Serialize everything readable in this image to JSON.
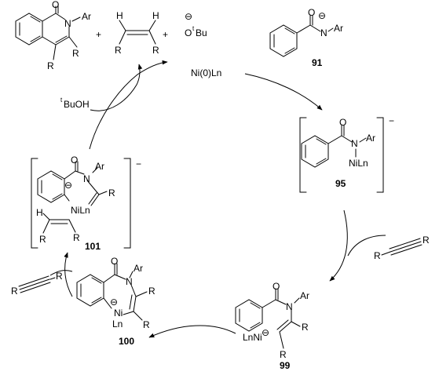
{
  "labels": {
    "top_product_o": "O",
    "top_product_n": "N",
    "top_product_ar": "Ar",
    "top_product_r1": "R",
    "top_product_r2": "R",
    "plus1": "+",
    "alkene_h1": "H",
    "alkene_h2": "H",
    "alkene_r1": "R",
    "alkene_r2": "R",
    "plus2": "+",
    "minus_sign": "⊖",
    "obu_o": "O",
    "obu_t": "t",
    "obu_bu": "Bu",
    "catalyst": "Ni(0)Ln",
    "sm_o": "O",
    "sm_n": "N",
    "sm_ar": "Ar",
    "sm_number": "91",
    "tbuoh_t": "t",
    "tbuoh_text": "BuOH",
    "c95_o": "O",
    "c95_n": "N",
    "c95_ar": "Ar",
    "c95_niln": "NiLn",
    "c95_number": "95",
    "c95_charge": "−",
    "c101_o": "O",
    "c101_n": "N",
    "c101_ar": "Ar",
    "c101_r1": "R",
    "c101_niln": "NiLn",
    "c101_h": "H",
    "c101_r2": "R",
    "c101_r3": "R",
    "c101_number": "101",
    "c101_charge": "−",
    "alkyne_right_r1": "R",
    "alkyne_right_r2": "R",
    "alkyne_left_r1": "R",
    "alkyne_left_r2": "R",
    "c100_o": "O",
    "c100_n": "N",
    "c100_ar": "Ar",
    "c100_r1": "R",
    "c100_ni": "Ni",
    "c100_ln": "Ln",
    "c100_r2": "R",
    "c100_number": "100",
    "c99_o": "O",
    "c99_n": "N",
    "c99_ar": "Ar",
    "c99_r1": "R",
    "c99_lnni": "LnNi",
    "c99_r2": "R",
    "c99_number": "99"
  }
}
